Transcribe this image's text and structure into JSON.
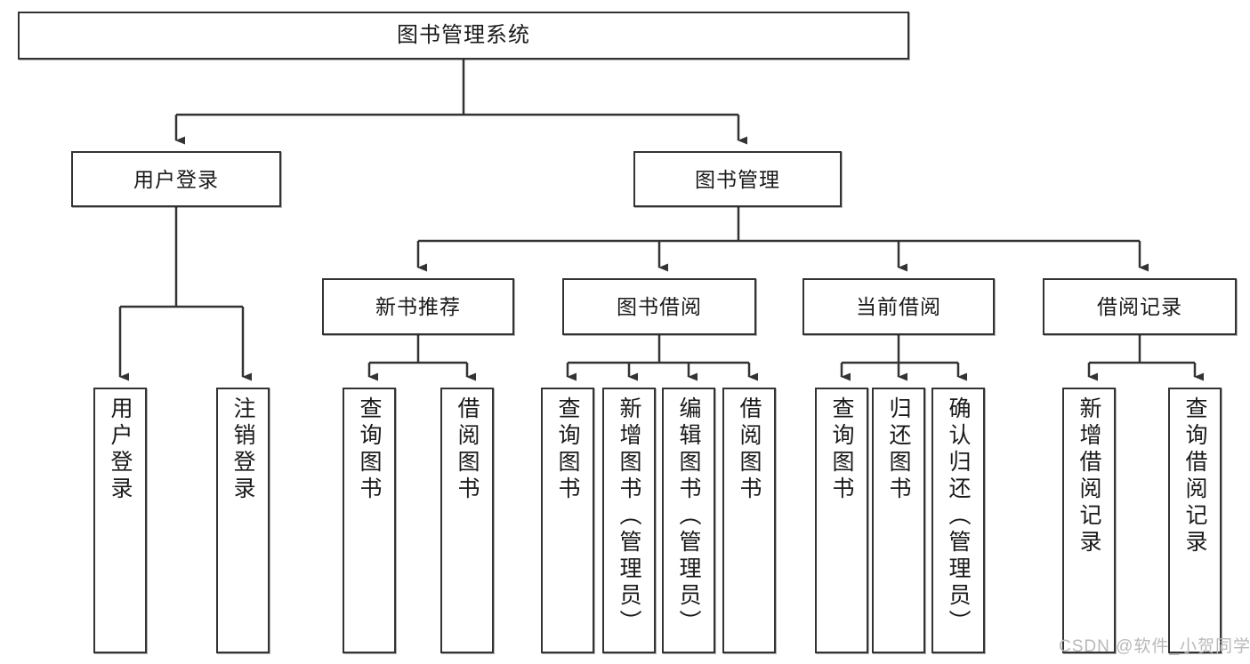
{
  "diagram": {
    "title": "图书管理系统",
    "type": "tree",
    "style": {
      "background": "#ffffff",
      "node_border": "#333333",
      "node_fill": "#ffffff",
      "connector": "#333333",
      "text": "#1a1a1a",
      "watermark": "#b9b9b9"
    },
    "root": {
      "label": "图书管理系统"
    },
    "level2": [
      {
        "label": "用户登录"
      },
      {
        "label": "图书管理"
      }
    ],
    "level3": [
      {
        "label": "新书推荐"
      },
      {
        "label": "图书借阅"
      },
      {
        "label": "当前借阅"
      },
      {
        "label": "借阅记录"
      }
    ],
    "leaves": {
      "user_login": [
        {
          "label": "用户登录"
        },
        {
          "label": "注销登录"
        }
      ],
      "new_book_recommend": [
        {
          "label": "查询图书"
        },
        {
          "label": "借阅图书"
        }
      ],
      "book_borrow": [
        {
          "label": "查询图书"
        },
        {
          "label": "新增图书（管理员）"
        },
        {
          "label": "编辑图书（管理员）"
        },
        {
          "label": "借阅图书"
        }
      ],
      "current_borrow": [
        {
          "label": "查询图书"
        },
        {
          "label": "归还图书"
        },
        {
          "label": "确认归还（管理员）"
        }
      ],
      "borrow_record": [
        {
          "label": "新增借阅记录"
        },
        {
          "label": "查询借阅记录"
        }
      ]
    },
    "watermark": "CSDN @软件_小贺同学"
  }
}
